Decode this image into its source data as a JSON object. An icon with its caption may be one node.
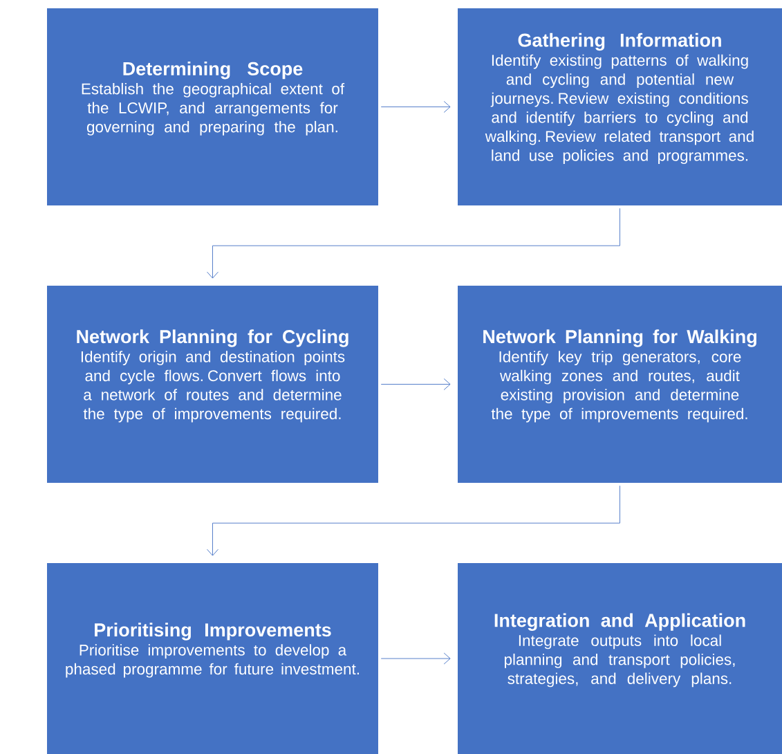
{
  "diagram": {
    "nodes": [
      {
        "text": [
          "Determining Scope",
          "Establish the geographical extent of the LCWIP, and arrangements for governing and preparing the plan."
        ]
      },
      {
        "text": [
          "Gathering Information",
          "Identify existing patterns of walking and cycling and potential new journeys. Review existing conditions and identify barriers to cycling and walking. Review related transport and land use policies and programmes."
        ]
      },
      {
        "text": [
          "Network Planning for Cycling",
          "Identify origin and destination points and cycle flows. Convert flows into a network of routes and determine the type of improvements required."
        ]
      },
      {
        "text": [
          "Network Planning for Walking",
          "Identify key trip generators, core walking zones and routes, audit existing provision and determine the type of improvements required."
        ]
      },
      {
        "text": [
          "Prioritising Improvements",
          "Prioritise improvements to develop a phased programme for future investment."
        ]
      },
      {
        "text": [
          "Integration and Application",
          "Integrate outputs into local planning and transport policies, strategies, and delivery plans."
        ]
      }
    ],
    "edges": [
      {
        "from": 0,
        "to": 1,
        "arrow": "to"
      },
      {
        "from": 1,
        "to": 2,
        "arrow": "to"
      },
      {
        "from": 2,
        "to": 3,
        "arrow": "to"
      },
      {
        "from": 3,
        "to": 4,
        "arrow": "to"
      },
      {
        "from": 4,
        "to": 5,
        "arrow": "to"
      }
    ]
  }
}
